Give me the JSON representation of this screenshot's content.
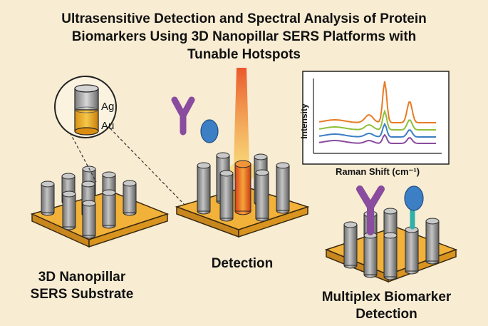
{
  "title": {
    "line1": "Ultrasensitive Detection and Spectral Analysis of Protein",
    "line2": "Biomarkers Using 3D Nanopillar SERS Platforms with",
    "line3": "Tunable Hotspots"
  },
  "inset": {
    "top_metal": "Ag",
    "bottom_metal": "Au"
  },
  "spectrum": {
    "y_label": "Intensity",
    "x_label": "Raman Shift (cm⁻¹)",
    "series_colors": [
      "#e87c25",
      "#8fbf3a",
      "#3c7fc4",
      "#8a4c9e"
    ]
  },
  "labels": {
    "substrate_line1": "3D Nanopillar",
    "substrate_line2": "SERS Substrate",
    "detection": "Detection",
    "multiplex_line1": "Multiplex Biomarker",
    "multiplex_line2": "Detection"
  },
  "colors": {
    "background": "#f8ecd2",
    "substrate": "#f2b23a",
    "pillar": "#9a9a9a",
    "antibody": "#8a4c9e",
    "antigen": "#3c7fc4",
    "laser": "#e85a1c"
  }
}
